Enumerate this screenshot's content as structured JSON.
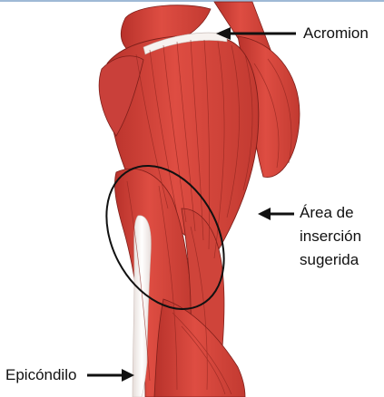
{
  "figure": {
    "top_rule_color": "#9fb9d6",
    "muscle_color": "#d8453b",
    "muscle_shadow_color": "#a82a24",
    "muscle_highlight_color": "#ee8c80",
    "tendon_color": "#f3efec",
    "outline_color": "#111111"
  },
  "labels": {
    "acromion": "Acromion",
    "injection_area_line1": "Área de",
    "injection_area_line2": "inserción",
    "injection_area_line3": "sugerida",
    "epicondyle": "Epicóndilo"
  }
}
